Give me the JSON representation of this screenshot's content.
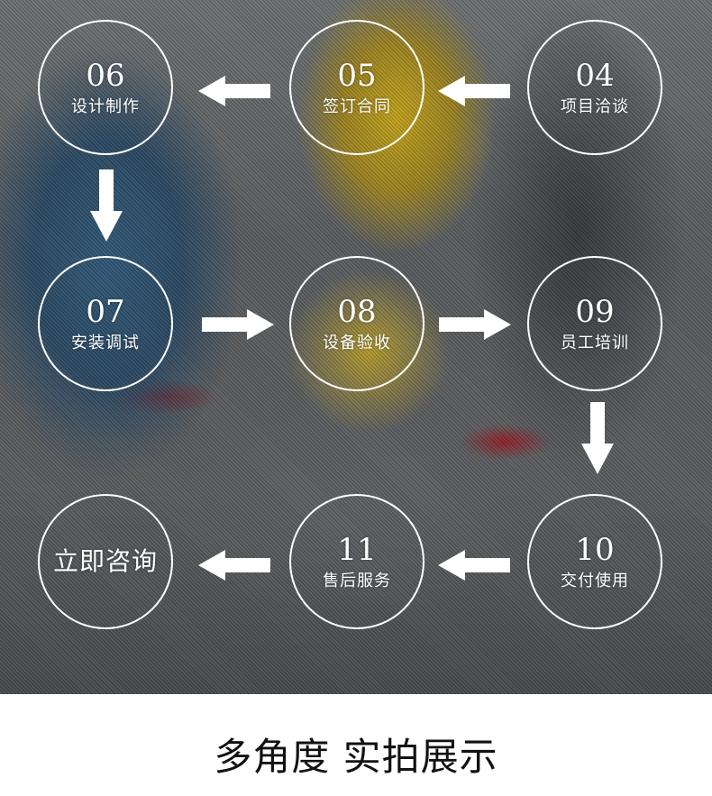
{
  "steps": {
    "s04": {
      "number": "04",
      "label": "项目洽谈"
    },
    "s05": {
      "number": "05",
      "label": "签订合同"
    },
    "s06": {
      "number": "06",
      "label": "设计制作"
    },
    "s07": {
      "number": "07",
      "label": "安装调试"
    },
    "s08": {
      "number": "08",
      "label": "设备验收"
    },
    "s09": {
      "number": "09",
      "label": "员工培训"
    },
    "s10": {
      "number": "10",
      "label": "交付使用"
    },
    "s11": {
      "number": "11",
      "label": "售后服务"
    }
  },
  "final": {
    "label": "立即咨询"
  },
  "caption": "多角度  实拍展示",
  "colors": {
    "circle_border": "#ffffff",
    "text": "#ffffff",
    "caption": "#111111"
  }
}
